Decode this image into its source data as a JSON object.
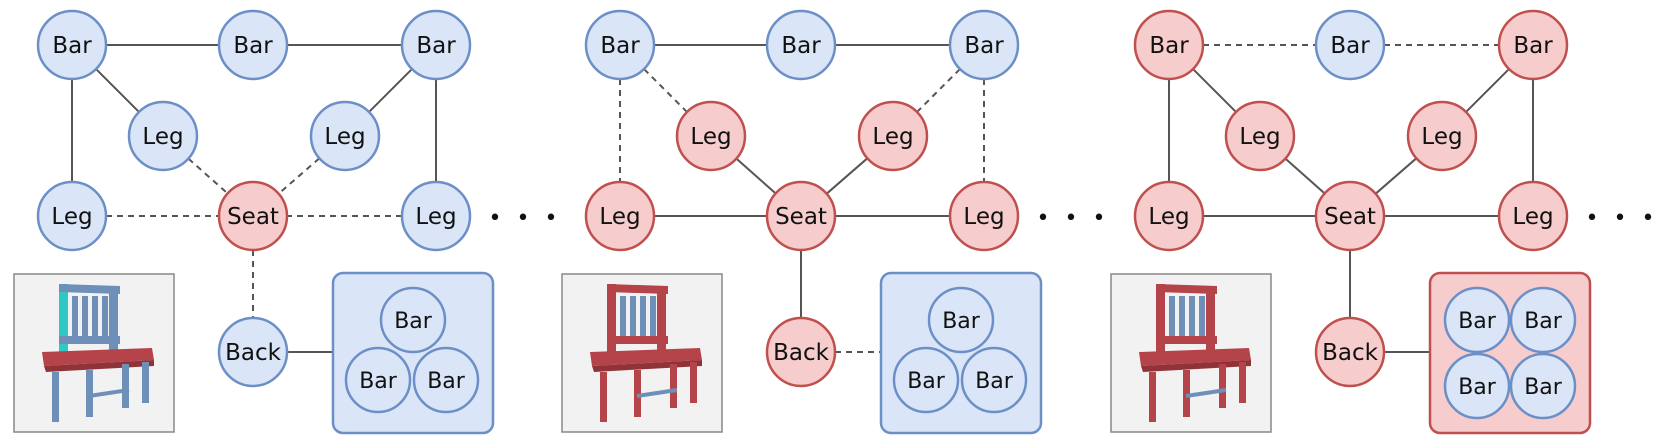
{
  "colors": {
    "blue_fill": "#dae6f8",
    "blue_stroke": "#6b8fc6",
    "red_fill": "#f6cccc",
    "red_stroke": "#c0504d",
    "edge": "#555555",
    "thumb_bg": "#f2f2f2",
    "thumb_border": "#888888",
    "chair_red": "#b5444a",
    "chair_blue": "#6e8fb8",
    "chair_cyan": "#2ec9c4"
  },
  "ellipsis": "• • •",
  "panels": [
    {
      "nodes": [
        {
          "id": "bar1",
          "label": "Bar",
          "state": "blue"
        },
        {
          "id": "bar2",
          "label": "Bar",
          "state": "blue"
        },
        {
          "id": "bar3",
          "label": "Bar",
          "state": "blue"
        },
        {
          "id": "legA",
          "label": "Leg",
          "state": "blue"
        },
        {
          "id": "legB",
          "label": "Leg",
          "state": "blue"
        },
        {
          "id": "legL",
          "label": "Leg",
          "state": "blue"
        },
        {
          "id": "seat",
          "label": "Seat",
          "state": "red"
        },
        {
          "id": "legR",
          "label": "Leg",
          "state": "blue"
        },
        {
          "id": "back",
          "label": "Back",
          "state": "blue"
        }
      ],
      "edges": [
        {
          "a": "bar1",
          "b": "bar2",
          "style": "solid"
        },
        {
          "a": "bar2",
          "b": "bar3",
          "style": "solid"
        },
        {
          "a": "bar1",
          "b": "legA",
          "style": "solid"
        },
        {
          "a": "bar1",
          "b": "legL",
          "style": "solid"
        },
        {
          "a": "bar3",
          "b": "legB",
          "style": "solid"
        },
        {
          "a": "bar3",
          "b": "legR",
          "style": "solid"
        },
        {
          "a": "legA",
          "b": "seat",
          "style": "dashed"
        },
        {
          "a": "legB",
          "b": "seat",
          "style": "dashed"
        },
        {
          "a": "legL",
          "b": "seat",
          "style": "dashed"
        },
        {
          "a": "legR",
          "b": "seat",
          "style": "dashed"
        },
        {
          "a": "seat",
          "b": "back",
          "style": "dashed"
        },
        {
          "a": "back",
          "b": "group",
          "style": "solid"
        }
      ],
      "group": {
        "state": "blue",
        "bars": [
          "Bar",
          "Bar",
          "Bar"
        ]
      },
      "chair_variant": "cyan-blue"
    },
    {
      "nodes": [
        {
          "id": "bar1",
          "label": "Bar",
          "state": "blue"
        },
        {
          "id": "bar2",
          "label": "Bar",
          "state": "blue"
        },
        {
          "id": "bar3",
          "label": "Bar",
          "state": "blue"
        },
        {
          "id": "legA",
          "label": "Leg",
          "state": "red"
        },
        {
          "id": "legB",
          "label": "Leg",
          "state": "red"
        },
        {
          "id": "legL",
          "label": "Leg",
          "state": "red"
        },
        {
          "id": "seat",
          "label": "Seat",
          "state": "red"
        },
        {
          "id": "legR",
          "label": "Leg",
          "state": "red"
        },
        {
          "id": "back",
          "label": "Back",
          "state": "red"
        }
      ],
      "edges": [
        {
          "a": "bar1",
          "b": "bar2",
          "style": "solid"
        },
        {
          "a": "bar2",
          "b": "bar3",
          "style": "solid"
        },
        {
          "a": "bar1",
          "b": "legA",
          "style": "dashed"
        },
        {
          "a": "bar1",
          "b": "legL",
          "style": "dashed"
        },
        {
          "a": "bar3",
          "b": "legB",
          "style": "dashed"
        },
        {
          "a": "bar3",
          "b": "legR",
          "style": "dashed"
        },
        {
          "a": "legA",
          "b": "seat",
          "style": "solid"
        },
        {
          "a": "legB",
          "b": "seat",
          "style": "solid"
        },
        {
          "a": "legL",
          "b": "seat",
          "style": "solid"
        },
        {
          "a": "legR",
          "b": "seat",
          "style": "solid"
        },
        {
          "a": "seat",
          "b": "back",
          "style": "solid"
        },
        {
          "a": "back",
          "b": "group",
          "style": "dashed"
        }
      ],
      "group": {
        "state": "blue",
        "bars": [
          "Bar",
          "Bar",
          "Bar"
        ]
      },
      "chair_variant": "red-blue-slats"
    },
    {
      "nodes": [
        {
          "id": "bar1",
          "label": "Bar",
          "state": "red"
        },
        {
          "id": "bar2",
          "label": "Bar",
          "state": "blue"
        },
        {
          "id": "bar3",
          "label": "Bar",
          "state": "red"
        },
        {
          "id": "legA",
          "label": "Leg",
          "state": "red"
        },
        {
          "id": "legB",
          "label": "Leg",
          "state": "red"
        },
        {
          "id": "legL",
          "label": "Leg",
          "state": "red"
        },
        {
          "id": "seat",
          "label": "Seat",
          "state": "red"
        },
        {
          "id": "legR",
          "label": "Leg",
          "state": "red"
        },
        {
          "id": "back",
          "label": "Back",
          "state": "red"
        }
      ],
      "edges": [
        {
          "a": "bar1",
          "b": "bar2",
          "style": "dashed"
        },
        {
          "a": "bar2",
          "b": "bar3",
          "style": "dashed"
        },
        {
          "a": "bar1",
          "b": "legA",
          "style": "solid"
        },
        {
          "a": "bar1",
          "b": "legL",
          "style": "solid"
        },
        {
          "a": "bar3",
          "b": "legB",
          "style": "solid"
        },
        {
          "a": "bar3",
          "b": "legR",
          "style": "solid"
        },
        {
          "a": "legA",
          "b": "seat",
          "style": "solid"
        },
        {
          "a": "legB",
          "b": "seat",
          "style": "solid"
        },
        {
          "a": "legL",
          "b": "seat",
          "style": "solid"
        },
        {
          "a": "legR",
          "b": "seat",
          "style": "solid"
        },
        {
          "a": "seat",
          "b": "back",
          "style": "solid"
        },
        {
          "a": "back",
          "b": "group",
          "style": "solid"
        }
      ],
      "group": {
        "state": "red",
        "bars": [
          "Bar",
          "Bar",
          "Bar",
          "Bar"
        ]
      },
      "chair_variant": "red-blue-slats"
    }
  ]
}
